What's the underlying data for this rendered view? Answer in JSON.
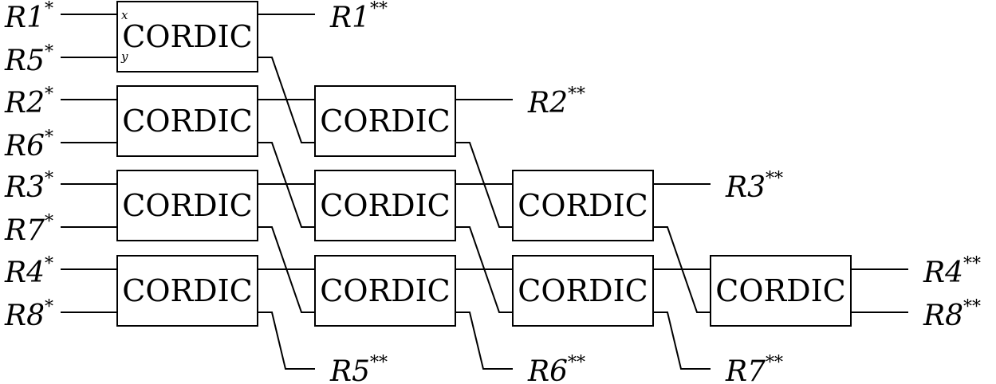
{
  "block_label": "CORDIC",
  "port_labels": {
    "x": "x",
    "y": "y"
  },
  "inputs": [
    {
      "name": "R1",
      "mark": "*"
    },
    {
      "name": "R5",
      "mark": "*"
    },
    {
      "name": "R2",
      "mark": "*"
    },
    {
      "name": "R6",
      "mark": "*"
    },
    {
      "name": "R3",
      "mark": "*"
    },
    {
      "name": "R7",
      "mark": "*"
    },
    {
      "name": "R4",
      "mark": "*"
    },
    {
      "name": "R8",
      "mark": "*"
    }
  ],
  "outputs": [
    {
      "name": "R1",
      "mark": "**"
    },
    {
      "name": "R2",
      "mark": "**"
    },
    {
      "name": "R3",
      "mark": "**"
    },
    {
      "name": "R4",
      "mark": "**"
    },
    {
      "name": "R8",
      "mark": "**"
    },
    {
      "name": "R5",
      "mark": "**"
    },
    {
      "name": "R6",
      "mark": "**"
    },
    {
      "name": "R7",
      "mark": "**"
    }
  ],
  "blocks": [
    {
      "id": "c-1-1",
      "ports": true
    },
    {
      "id": "c-2-1"
    },
    {
      "id": "c-3-1"
    },
    {
      "id": "c-4-1"
    },
    {
      "id": "c-2-2"
    },
    {
      "id": "c-3-2"
    },
    {
      "id": "c-4-2"
    },
    {
      "id": "c-3-3"
    },
    {
      "id": "c-4-3"
    },
    {
      "id": "c-4-4"
    }
  ]
}
